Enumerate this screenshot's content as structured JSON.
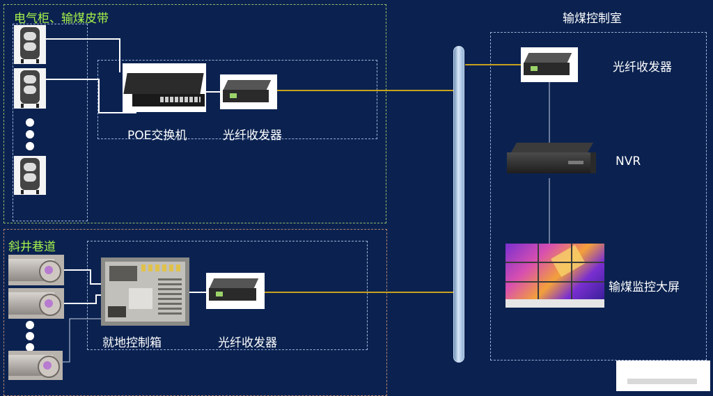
{
  "areas": {
    "electric": {
      "title": "电气柜、输煤皮带"
    },
    "incline": {
      "title": "斜井巷道"
    },
    "control_room": {
      "title": "输煤控制室"
    }
  },
  "devices": {
    "poe_switch": {
      "label": "POE交换机"
    },
    "fiber_top": {
      "label": "光纤收发器"
    },
    "fiber_bottom": {
      "label": "光纤收发器"
    },
    "local_box": {
      "label": "就地控制箱"
    },
    "fiber_room": {
      "label": "光纤收发器"
    },
    "nvr": {
      "label": "NVR"
    },
    "screen": {
      "label": "输煤监控大屏"
    }
  },
  "colors": {
    "background": "#0b2250",
    "area_title": "#a6f24a",
    "fiber_line": "#c9a21c",
    "pipe": "#a9c4e4"
  }
}
